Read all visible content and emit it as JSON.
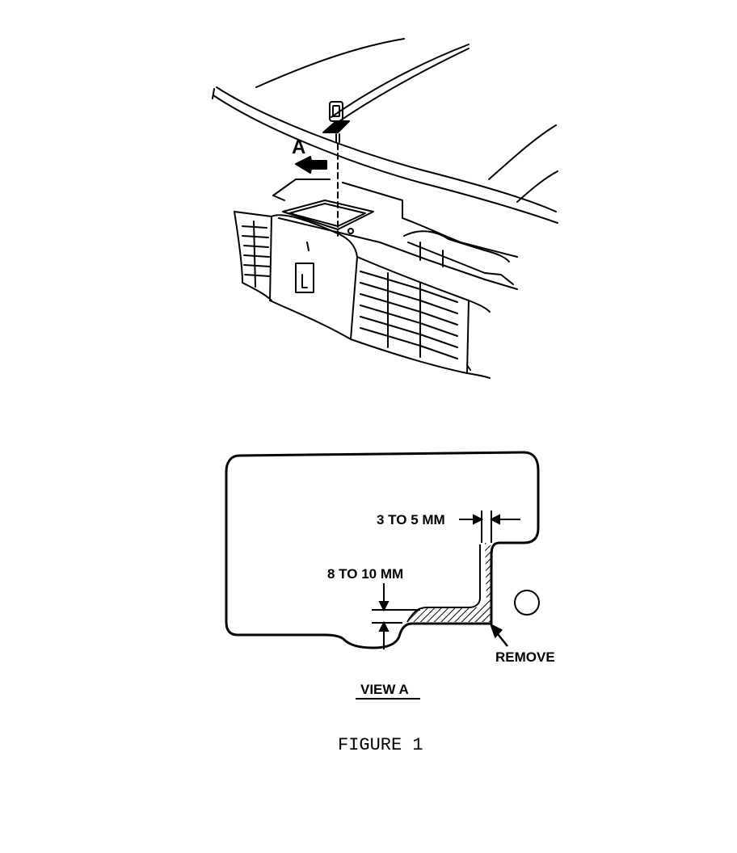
{
  "diagram": {
    "view_marker": "A",
    "labels": {
      "gap_3_5": "3 TO 5 MM",
      "gap_8_10": "8 TO 10 MM",
      "remove": "REMOVE"
    },
    "view_title": "VIEW A",
    "figure_caption": "FIGURE 1"
  }
}
